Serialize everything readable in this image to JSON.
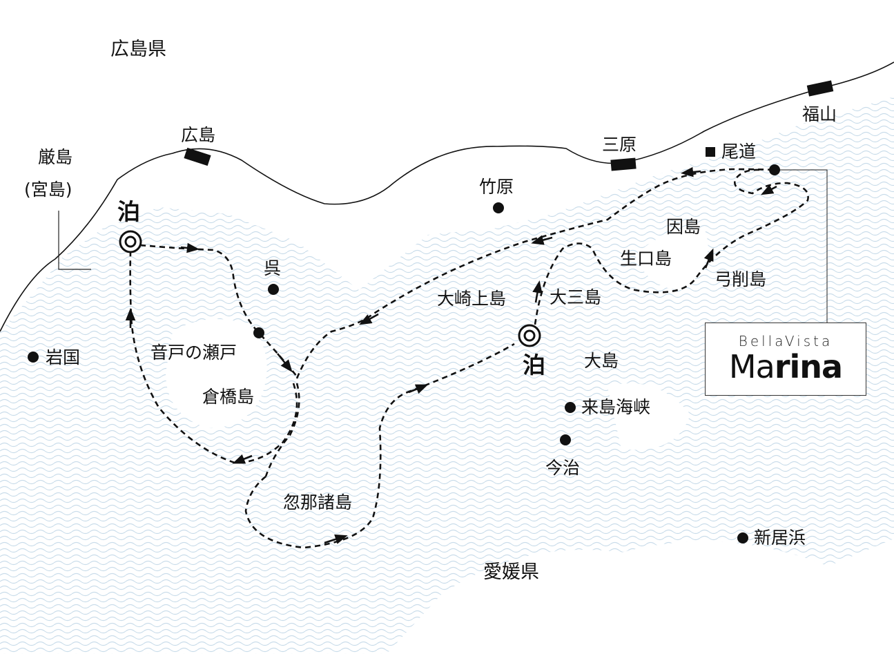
{
  "regions": {
    "hiroshima_pref": "広島県",
    "ehime_pref": "愛媛県"
  },
  "stations": {
    "hiroshima": "広島",
    "mihara": "三原",
    "fukuyama": "福山"
  },
  "places": {
    "itsukushima_line1": "厳島",
    "itsukushima_line2": "(宮島)",
    "takehara": "竹原",
    "kure": "呉",
    "iwakuni": "岩国",
    "ondo_no_seto": "音戸の瀬戸",
    "kurahashi": "倉橋島",
    "kutsuna": "忽那諸島",
    "osakikamijima": "大崎上島",
    "omishima": "大三島",
    "oshima": "大島",
    "kurushima": "来島海峡",
    "imabari": "今治",
    "niihama": "新居浜",
    "innoshima": "因島",
    "ikuchijima": "生口島",
    "yugeshima": "弓削島",
    "onomichi": "尾道"
  },
  "overnight": {
    "west": "泊",
    "center": "泊"
  },
  "brand": {
    "top": "BellaVista",
    "main_light": "Ma",
    "main_bold": "rina"
  },
  "icons": {
    "station": "station-rect-icon",
    "city": "city-dot-icon",
    "overnight": "double-circle-icon",
    "marina": "square-marker-icon"
  },
  "colors": {
    "sea_pattern": "#c9dcea",
    "route": "#111111",
    "coast": "#111111"
  }
}
